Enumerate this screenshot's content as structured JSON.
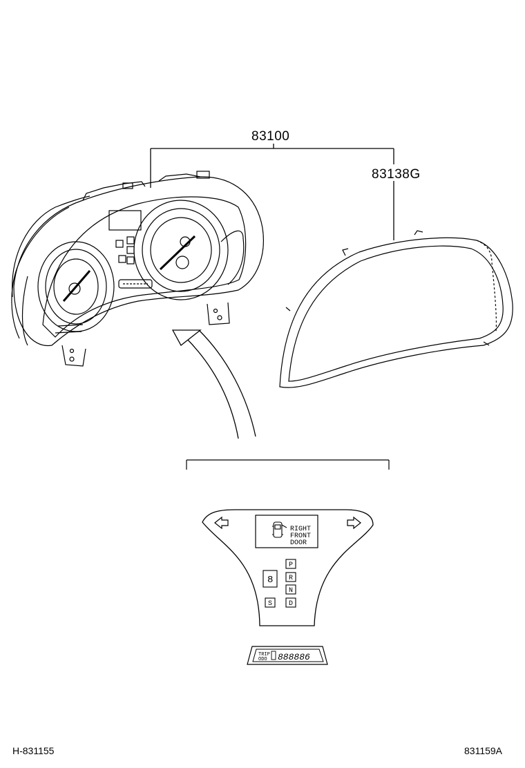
{
  "callouts": {
    "main_part": "83100",
    "lens_part": "83138G"
  },
  "warning_display": {
    "line1": "RIGHT",
    "line2": "FRONT",
    "line3": "DOOR"
  },
  "gear_indicators": [
    "P",
    "R",
    "N",
    "D"
  ],
  "sport_indicator": "S",
  "gear_digit": "8",
  "odometer": {
    "label_top": "TRIP",
    "label_bottom": "ODO",
    "digits": "888886"
  },
  "footer": {
    "left_code": "H-831155",
    "right_code": "831159A"
  }
}
